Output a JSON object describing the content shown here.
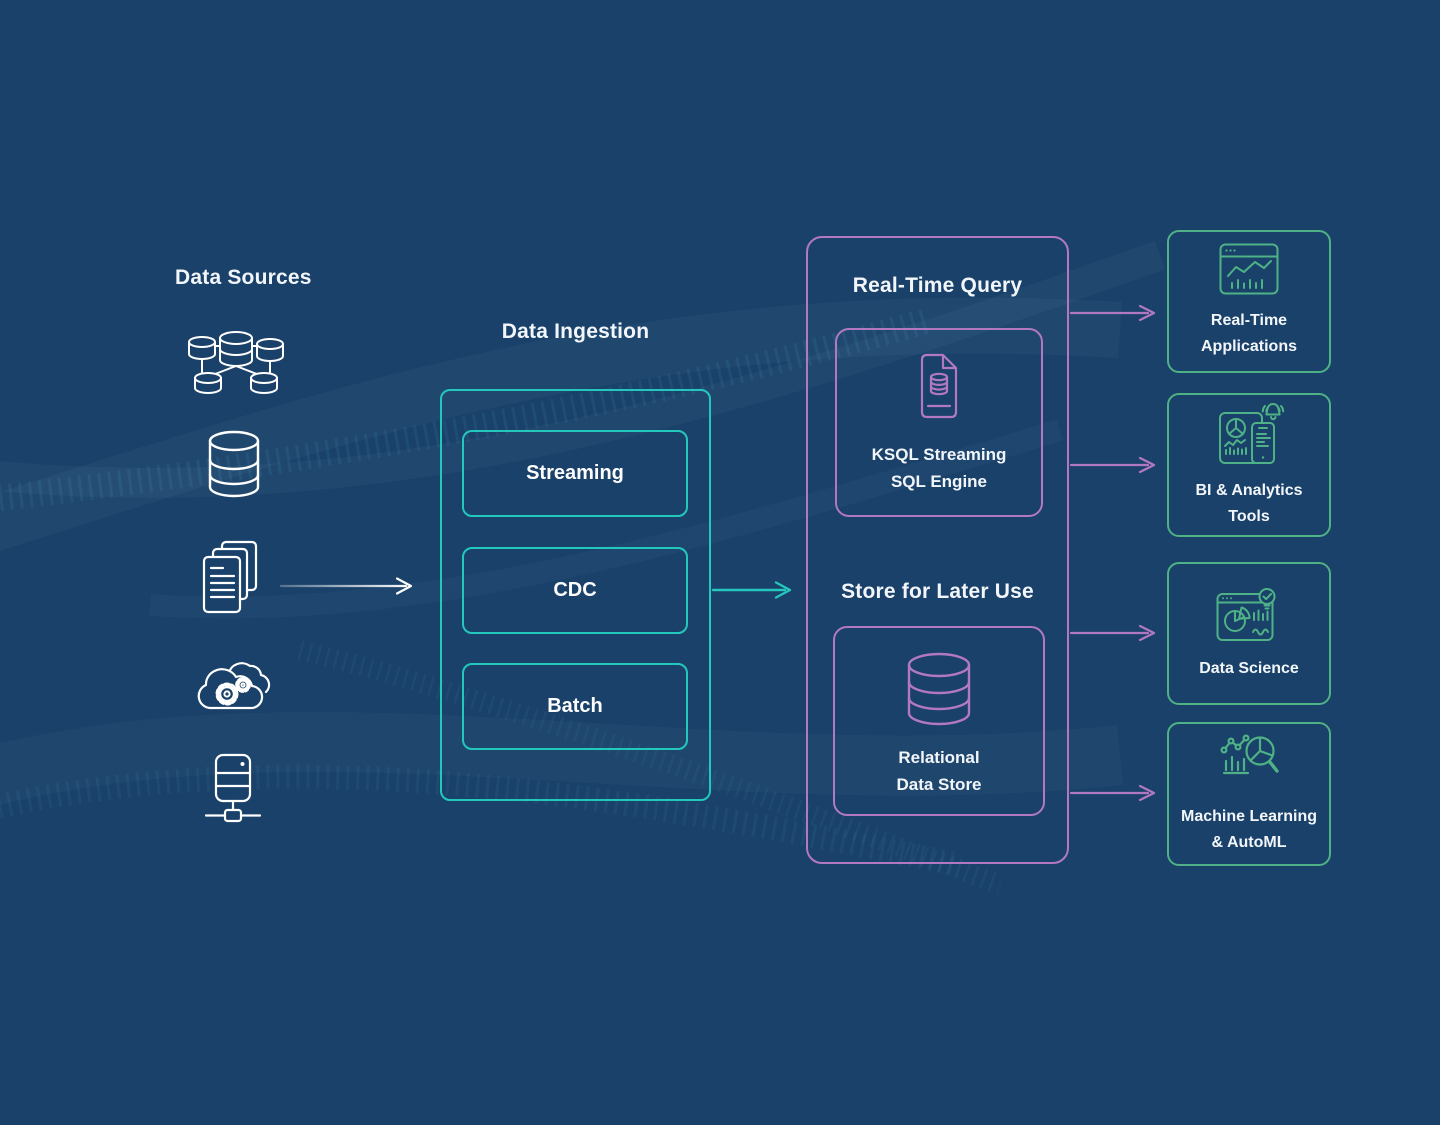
{
  "colors": {
    "background": "#1a4169",
    "teal": "#24c7bb",
    "purple": "#b279c2",
    "green": "#4fb286",
    "text": "#f2f6fa",
    "icon_white": "#ffffff"
  },
  "data_sources": {
    "title": "Data Sources",
    "items": [
      {
        "icon": "database-cluster-icon"
      },
      {
        "icon": "database-icon"
      },
      {
        "icon": "documents-icon"
      },
      {
        "icon": "cloud-gears-icon"
      },
      {
        "icon": "networked-server-icon"
      }
    ]
  },
  "ingestion": {
    "title": "Data Ingestion",
    "stages": [
      {
        "label": "Streaming"
      },
      {
        "label": "CDC"
      },
      {
        "label": "Batch"
      }
    ]
  },
  "processing": {
    "realtime": {
      "title": "Real-Time Query",
      "card_label": "KSQL Streaming\nSQL Engine",
      "icon": "sql-document-icon"
    },
    "store": {
      "title": "Store for Later Use",
      "card_label": "Relational\nData Store",
      "icon": "relational-database-icon"
    }
  },
  "outputs": [
    {
      "label": "Real-Time\nApplications",
      "icon": "realtime-app-window-icon"
    },
    {
      "label": "BI & Analytics\nTools",
      "icon": "bi-devices-bell-icon"
    },
    {
      "label": "Data Science",
      "icon": "data-science-window-icon"
    },
    {
      "label": "Machine Learning\n& AutoML",
      "icon": "ml-magnifier-charts-icon"
    }
  ],
  "arrows": [
    {
      "name": "sources-to-ingestion",
      "color": "#ffffff"
    },
    {
      "name": "ingestion-to-processing",
      "color": "#24c7bb"
    },
    {
      "name": "processing-to-realtime-applications",
      "color": "#b279c2"
    },
    {
      "name": "processing-to-bi-analytics-tools",
      "color": "#b279c2"
    },
    {
      "name": "processing-to-data-science",
      "color": "#b279c2"
    },
    {
      "name": "processing-to-machine-learning",
      "color": "#b279c2"
    }
  ]
}
